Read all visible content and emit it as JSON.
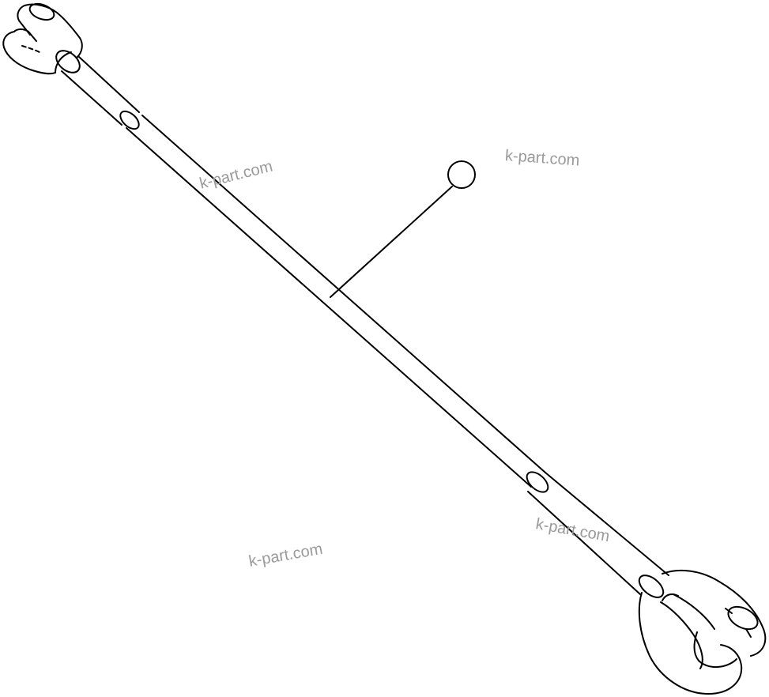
{
  "diagram": {
    "subject": "adjustable tie rod with clevis ends",
    "line_color": "#000000",
    "background_color": "#ffffff",
    "callout": {
      "label": ""
    },
    "watermarks": [
      {
        "text": "k-part.com"
      },
      {
        "text": "k-part.com"
      },
      {
        "text": "k-part.com"
      },
      {
        "text": "k-part.com"
      }
    ],
    "watermark_color": "#9a9a9a"
  }
}
